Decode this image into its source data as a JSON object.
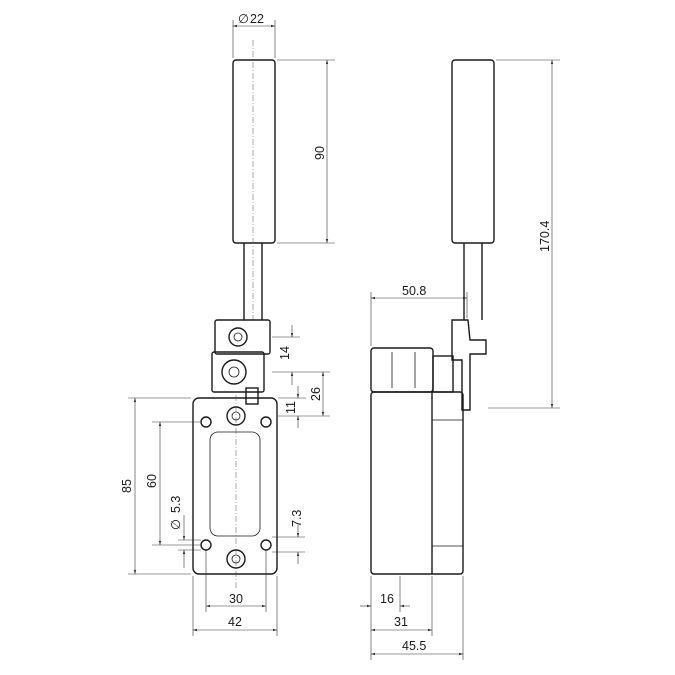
{
  "front_view": {
    "dims": {
      "rod_diameter": "22",
      "rod_length": "90",
      "lever_offset": "14",
      "head_height": "26",
      "top_hole": "11",
      "body_height": "85",
      "hole_spacing": "60",
      "hole_diameter": "5.3",
      "bottom_hole": "7.3",
      "hole_width": "30",
      "body_width": "42"
    },
    "symbols": {
      "diameter": "∅"
    }
  },
  "side_view": {
    "dims": {
      "total_height": "170.4",
      "lever_reach": "50.8",
      "base_offset": "16",
      "body_depth": "31",
      "overall_depth": "45.5"
    }
  }
}
